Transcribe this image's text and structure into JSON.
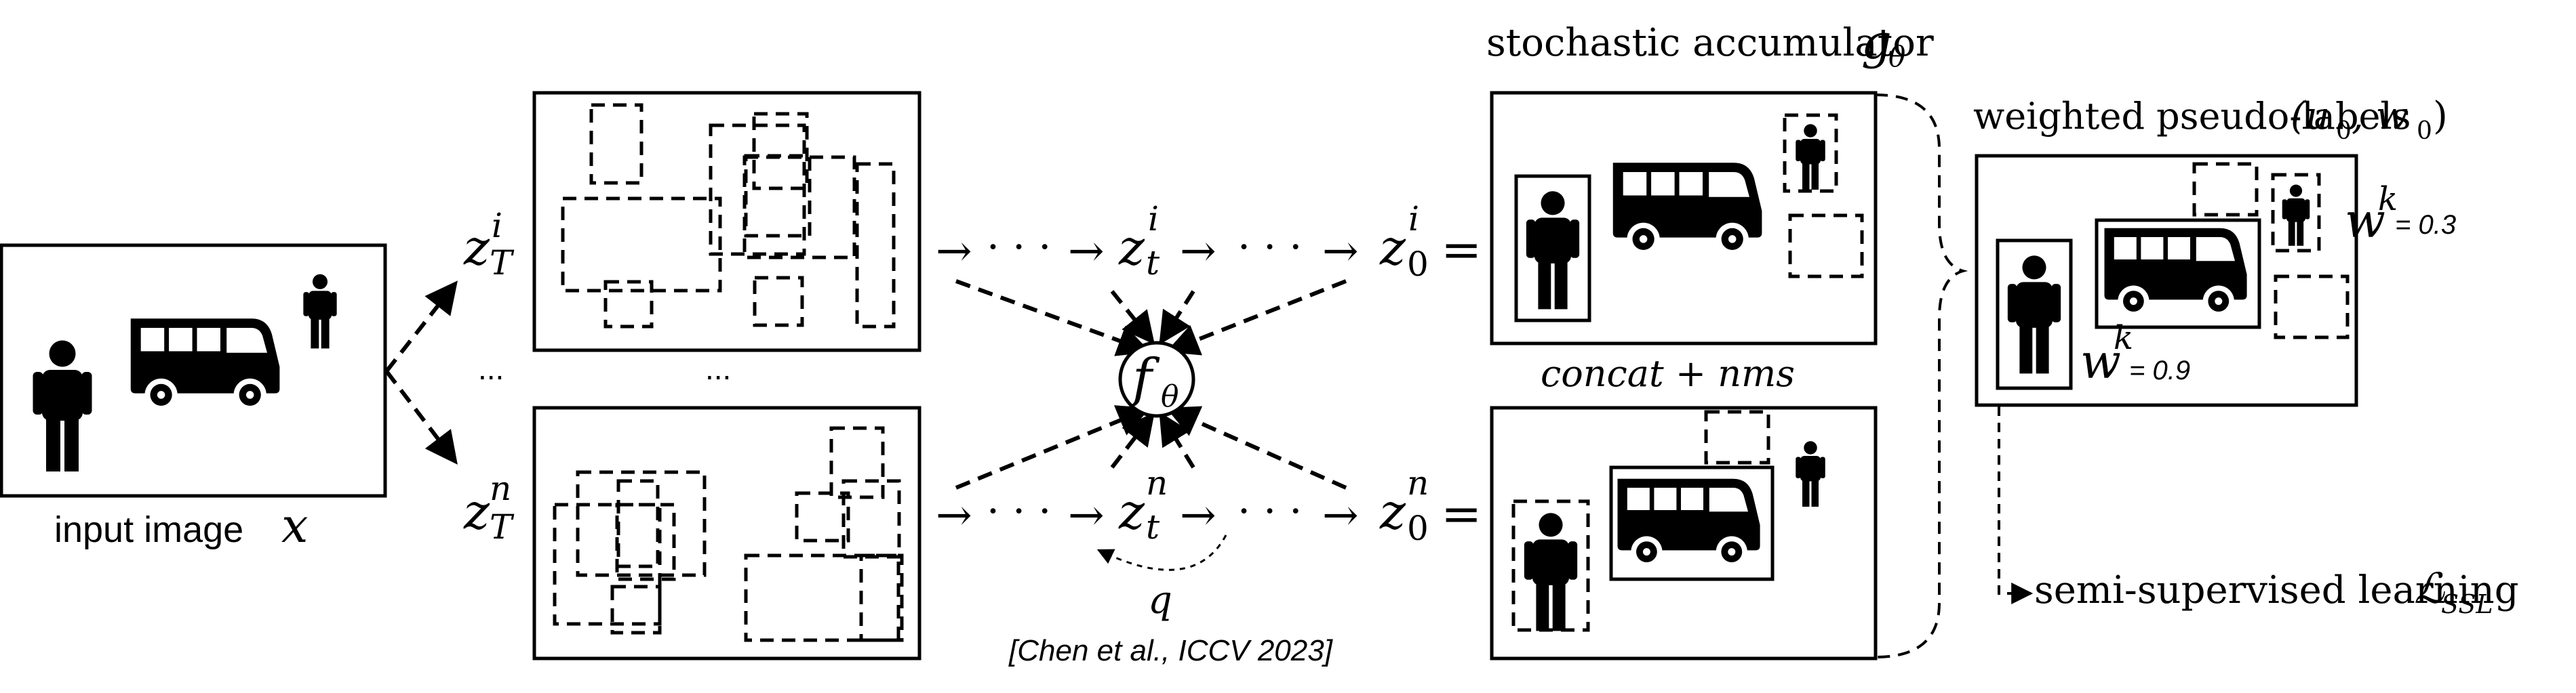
{
  "input": {
    "label": "input image",
    "symbol": "x"
  },
  "noise": {
    "top_symbol": "z",
    "top_sub": "T",
    "top_sup": "i",
    "bottom_symbol": "z",
    "bottom_sub": "T",
    "bottom_sup": "n",
    "ellipsis_left": "...",
    "ellipsis_mid": "..."
  },
  "chain": {
    "top_dots_1": "· · ·",
    "top_dots_2": "· · ·",
    "bottom_dots_1": "· · ·",
    "bottom_dots_2": "· · ·",
    "zt_symbol": "z",
    "zt_sub": "t",
    "zt_top_sup": "i",
    "zt_bottom_sup": "n",
    "z0_symbol": "z",
    "z0_sub": "0",
    "z0_top_sup": "i",
    "z0_bottom_sup": "n",
    "equals": "=",
    "q_label": "q",
    "model_symbol": "f",
    "model_sub": "θ",
    "citation": "[Chen et al., ICCV 2023]"
  },
  "accumulator": {
    "title": "stochastic accumulator",
    "symbol": "g",
    "symbol_sub": "θ",
    "merge_label": "concat + nms"
  },
  "pseudo_labels": {
    "title": "weighted pseudo-labels",
    "tuple": "(u",
    "tuple_sub_1": "0",
    "tuple_mid": ", w",
    "tuple_sub_2": "0",
    "tuple_end": ")",
    "weight_symbol": "w",
    "weight_sup": "k",
    "weight_high": "= 0.9",
    "weight_low": "= 0.3"
  },
  "output": {
    "label": "semi-supervised learning",
    "loss_symbol": "ℒ",
    "loss_sub": "SSL"
  },
  "icons": [
    "person-icon",
    "bus-icon"
  ],
  "colors": {
    "ink": "#000000",
    "background": "#ffffff"
  }
}
